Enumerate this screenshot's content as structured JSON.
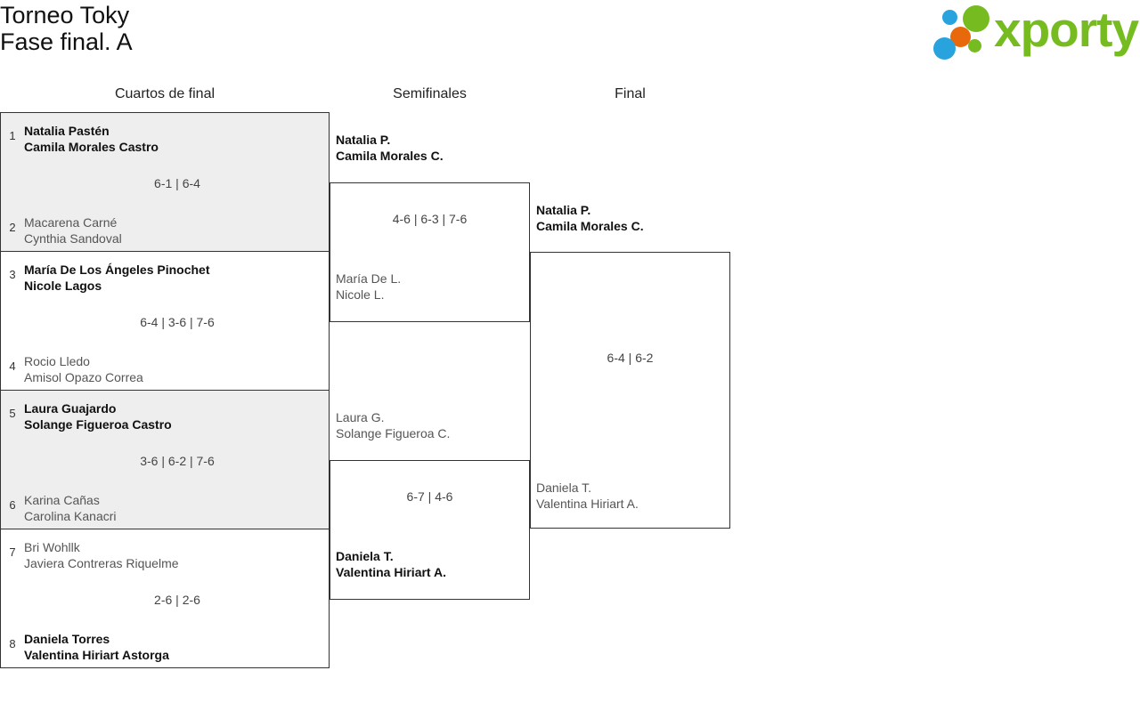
{
  "header": {
    "title_line1": "Torneo Toky",
    "title_line2": "Fase final. A",
    "logo_text": "xporty",
    "logo_colors": {
      "green": "#76bc21",
      "blue": "#28a3dd",
      "orange": "#e8690b"
    }
  },
  "rounds": {
    "quarterfinals_label": "Cuartos de final",
    "semifinals_label": "Semifinales",
    "final_label": "Final"
  },
  "quarterfinals": [
    {
      "score": "6-1 | 6-4",
      "top": {
        "seed": "1",
        "player1": "Natalia Pastén",
        "player2": "Camila Morales Castro",
        "result": "winner"
      },
      "bottom": {
        "seed": "2",
        "player1": "Macarena Carné",
        "player2": "Cynthia Sandoval",
        "result": "loser"
      }
    },
    {
      "score": "6-4 | 3-6 | 7-6",
      "top": {
        "seed": "3",
        "player1": "María De Los Ángeles Pinochet",
        "player2": "Nicole Lagos",
        "result": "winner"
      },
      "bottom": {
        "seed": "4",
        "player1": "Rocio Lledo",
        "player2": "Amisol Opazo Correa",
        "result": "loser"
      }
    },
    {
      "score": "3-6 | 6-2 | 7-6",
      "top": {
        "seed": "5",
        "player1": "Laura Guajardo",
        "player2": "Solange Figueroa Castro",
        "result": "winner"
      },
      "bottom": {
        "seed": "6",
        "player1": "Karina Cañas",
        "player2": "Carolina Kanacri",
        "result": "loser"
      }
    },
    {
      "score": "2-6 | 2-6",
      "top": {
        "seed": "7",
        "player1": "Bri Wohllk",
        "player2": "Javiera Contreras Riquelme",
        "result": "loser"
      },
      "bottom": {
        "seed": "8",
        "player1": "Daniela Torres",
        "player2": "Valentina Hiriart Astorga",
        "result": "winner"
      }
    }
  ],
  "semifinals": [
    {
      "score": "4-6 | 6-3 | 7-6",
      "top": {
        "player1": "Natalia P.",
        "player2": "Camila Morales C.",
        "result": "winner"
      },
      "bottom": {
        "player1": "María De L.",
        "player2": "Nicole L.",
        "result": "loser"
      }
    },
    {
      "score": "6-7 | 4-6",
      "top": {
        "player1": "Laura G.",
        "player2": "Solange Figueroa C.",
        "result": "loser"
      },
      "bottom": {
        "player1": "Daniela T.",
        "player2": "Valentina Hiriart A.",
        "result": "winner"
      }
    }
  ],
  "final": {
    "score": "6-4 | 6-2",
    "top": {
      "player1": "Natalia P.",
      "player2": "Camila Morales C.",
      "result": "winner"
    },
    "bottom": {
      "player1": "Daniela T.",
      "player2": "Valentina Hiriart A.",
      "result": "loser"
    }
  }
}
